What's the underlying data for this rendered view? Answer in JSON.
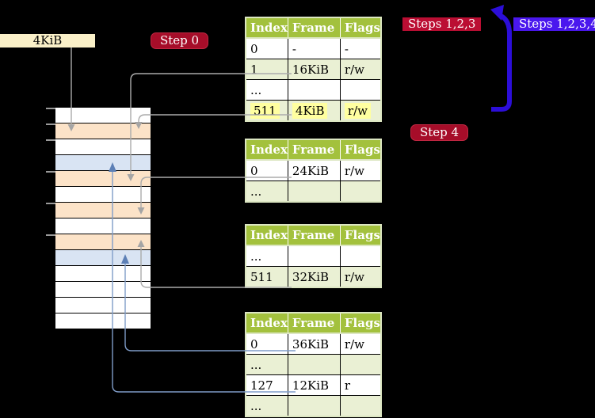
{
  "palette": {
    "background": "#000000",
    "table_header_green": "#a3c13d",
    "table_row_green": "#eaf0d4",
    "table_border_pale": "#dce6c2",
    "highlight_yellow": "#ffffa0",
    "frame_peach": "#fce3c8",
    "frame_blue": "#d9e4f3",
    "frame_white": "#ffffff",
    "label_cream": "#faf0c8",
    "label_crimson": "#bb0e33",
    "label_dark_red": "#a60d29",
    "label_violet": "#4a17ee",
    "arrow_gray": "#ababab",
    "arrow_thin_blue": "#7f9cc8",
    "arrow_thick_blue": "#2c0ed8"
  },
  "labels": {
    "page_size": "4KiB",
    "step0": "Step 0",
    "steps123": "Steps 1,2,3",
    "steps1234": "Steps 1,2,3,4",
    "step4": "Step 4"
  },
  "tables": [
    {
      "id": "level-4",
      "headers": [
        "Index",
        "Frame",
        "Flags"
      ],
      "rows": [
        {
          "cells": [
            "0",
            "-",
            "-"
          ],
          "highlight": false
        },
        {
          "cells": [
            "1",
            "16KiB",
            "r/w"
          ],
          "highlight": false
        },
        {
          "cells": [
            "...",
            "",
            ""
          ],
          "highlight": false
        },
        {
          "cells": [
            "511",
            "4KiB",
            "r/w"
          ],
          "highlight": true
        }
      ]
    },
    {
      "id": "level-3",
      "headers": [
        "Index",
        "Frame",
        "Flags"
      ],
      "rows": [
        {
          "cells": [
            "0",
            "24KiB",
            "r/w"
          ],
          "highlight": false
        },
        {
          "cells": [
            "...",
            "",
            ""
          ],
          "highlight": false
        }
      ]
    },
    {
      "id": "level-2",
      "headers": [
        "Index",
        "Frame",
        "Flags"
      ],
      "rows": [
        {
          "cells": [
            "...",
            "",
            ""
          ],
          "highlight": false
        },
        {
          "cells": [
            "511",
            "32KiB",
            "r/w"
          ],
          "highlight": false
        }
      ]
    },
    {
      "id": "level-1",
      "headers": [
        "Index",
        "Frame",
        "Flags"
      ],
      "rows": [
        {
          "cells": [
            "0",
            "36KiB",
            "r/w"
          ],
          "highlight": false
        },
        {
          "cells": [
            "...",
            "",
            ""
          ],
          "highlight": false
        },
        {
          "cells": [
            "127",
            "12KiB",
            "r"
          ],
          "highlight": false
        },
        {
          "cells": [
            "...",
            "",
            ""
          ],
          "highlight": false
        }
      ]
    }
  ],
  "memory_strip": {
    "rows": [
      "white",
      "peach",
      "white",
      "blue",
      "peach",
      "white",
      "peach",
      "white",
      "peach",
      "blue",
      "white",
      "white",
      "white",
      "white"
    ]
  }
}
